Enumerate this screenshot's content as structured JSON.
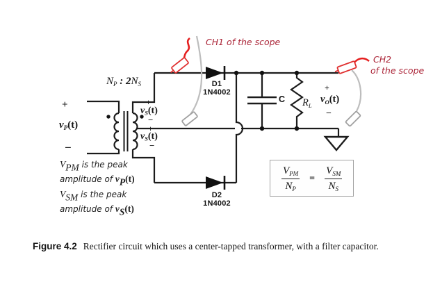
{
  "scope": {
    "ch1_label": "CH1 of the scope",
    "ch2_label_line1": "CH2",
    "ch2_label_line2": "of the scope"
  },
  "signs": {
    "plus": "+",
    "minus": "−"
  },
  "transformer": {
    "ratio_n1": "N",
    "ratio_n1_sub": "P",
    "ratio_mid": " : 2",
    "ratio_n2": "N",
    "ratio_n2_sub": "S",
    "vp_v": "v",
    "vp_sub": "P",
    "vp_t": "(t)",
    "vs_v": "v",
    "vs_sub": "S",
    "vs_t": "(t)"
  },
  "components": {
    "d1_name": "D1",
    "d1_part": "1N4002",
    "d2_name": "D2",
    "d2_part": "1N4002",
    "cap_label": "C",
    "rl_r": "R",
    "rl_sub": "L",
    "vo_v": "v",
    "vo_sub": "O",
    "vo_t": "(t)"
  },
  "notes": {
    "n1_sym": "V",
    "n1_sub": "PM",
    "n1_rest": " is the peak",
    "n2_pre": "amplitude of ",
    "n2_sym": "v",
    "n2_sub": "P",
    "n2_t": "(t)",
    "n3_sym": "V",
    "n3_sub": "SM",
    "n3_rest": "  is the peak",
    "n4_pre": "amplitude of ",
    "n4_sym": "v",
    "n4_sub": "S",
    "n4_t": "(t)"
  },
  "formula": {
    "lhs_num": "V",
    "lhs_num_sub": "PM",
    "lhs_den": "N",
    "lhs_den_sub": "P",
    "eq": "=",
    "rhs_num": "V",
    "rhs_num_sub": "SM",
    "rhs_den": "N",
    "rhs_den_sub": "S"
  },
  "caption": {
    "tag": "Figure 4.2",
    "text": "Rectifier circuit which uses a center-tapped transformer, with a filter capacitor."
  },
  "colors": {
    "scope_text_red": "#ab2437",
    "probe_red": "#e51f1f",
    "cable_gray": "#bdbdbd",
    "wire_black": "#1b1b1b"
  }
}
